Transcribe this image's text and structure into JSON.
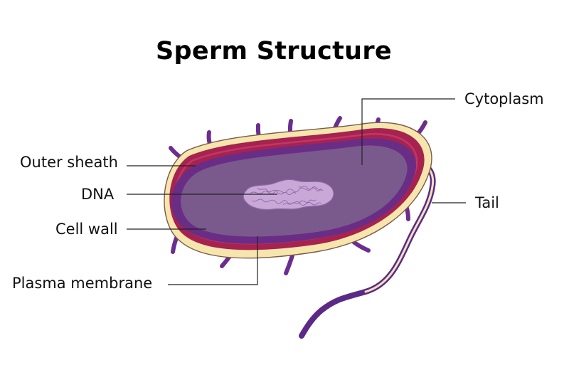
{
  "title": "Sperm Structure",
  "labels": {
    "outer_sheath": "Outer sheath",
    "dna": "DNA",
    "cell_wall": "Cell wall",
    "plasma_membrane": "Plasma membrane",
    "cytoplasm": "Cytoplasm",
    "tail": "Tail"
  },
  "colors": {
    "outer_sheath": "#f6e6ad",
    "cell_wall": "#a6234f",
    "plasma_membrane": "#6a2d86",
    "cytoplasm": "#7a5a8c",
    "dna": "#c9a8d8",
    "appendage": "#6b2e8e"
  }
}
